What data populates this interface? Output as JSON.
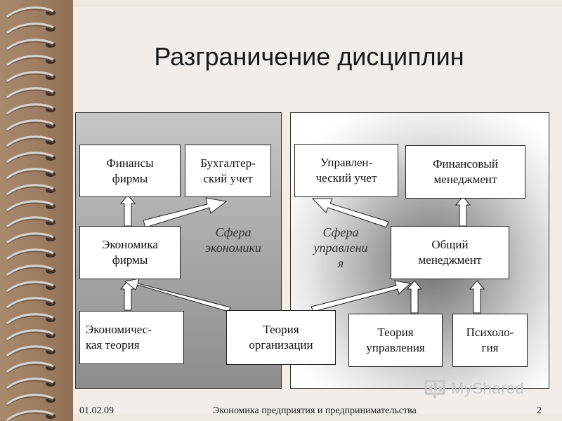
{
  "slide": {
    "title": "Разграничение дисциплин"
  },
  "boxes": {
    "finance_firm": "Финансы\nфирмы",
    "accounting": "Бухгалтер-\nский учет",
    "mgmt_accounting": "Управлен-\nческий учет",
    "fin_management": "Финансовый\nменеджмент",
    "firm_economics": "Экономика\nфирмы",
    "general_management": "Общий\nменеджмент",
    "economic_theory": "Экономичес-\nкая теория",
    "org_theory": "Теория\nорганизации",
    "mgmt_theory": "Теория\nуправления",
    "psychology": "Психоло-\nгия"
  },
  "spheres": {
    "economics": "Сфера\nэкономики",
    "management": "Сфера\nуправлени\nя"
  },
  "footer": {
    "date": "01.02.09",
    "text": "Экономика предприятия и предпринимательства",
    "page": "2"
  },
  "watermark": {
    "text": "MyShared"
  },
  "colors": {
    "binder": "#9b7b60",
    "background": "#efe9e4",
    "box_fill": "#ffffff",
    "border": "#222222"
  }
}
